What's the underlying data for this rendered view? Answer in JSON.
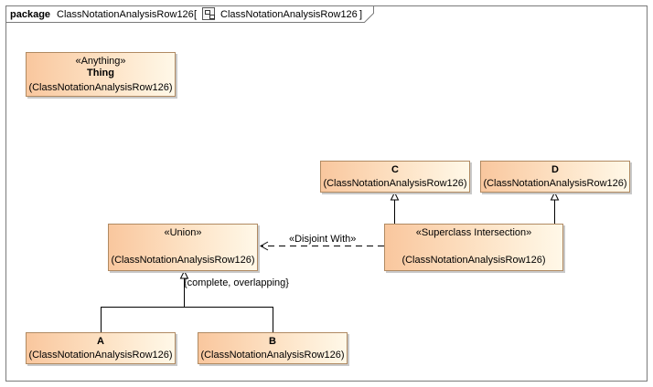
{
  "frame": {
    "keyword": "package",
    "name": "ClassNotationAnalysisRow126",
    "open_bracket": "[",
    "diagram_name": "ClassNotationAnalysisRow126",
    "close_bracket": "]",
    "diagram_icon": "class-diagram-icon"
  },
  "classes": {
    "thing": {
      "stereotype": "«Anything»",
      "name": "Thing",
      "owner": "(ClassNotationAnalysisRow126)"
    },
    "c": {
      "name": "C",
      "owner": "(ClassNotationAnalysisRow126)"
    },
    "d": {
      "name": "D",
      "owner": "(ClassNotationAnalysisRow126)"
    },
    "union": {
      "stereotype": "«Union»",
      "owner": "(ClassNotationAnalysisRow126)"
    },
    "intersection": {
      "stereotype": "«Superclass Intersection»",
      "owner": "(ClassNotationAnalysisRow126)"
    },
    "a": {
      "name": "A",
      "owner": "(ClassNotationAnalysisRow126)"
    },
    "b": {
      "name": "B",
      "owner": "(ClassNotationAnalysisRow126)"
    }
  },
  "relations": {
    "disjoint_label": "«Disjoint With»",
    "generalization_set_label": "{complete, overlapping}"
  }
}
